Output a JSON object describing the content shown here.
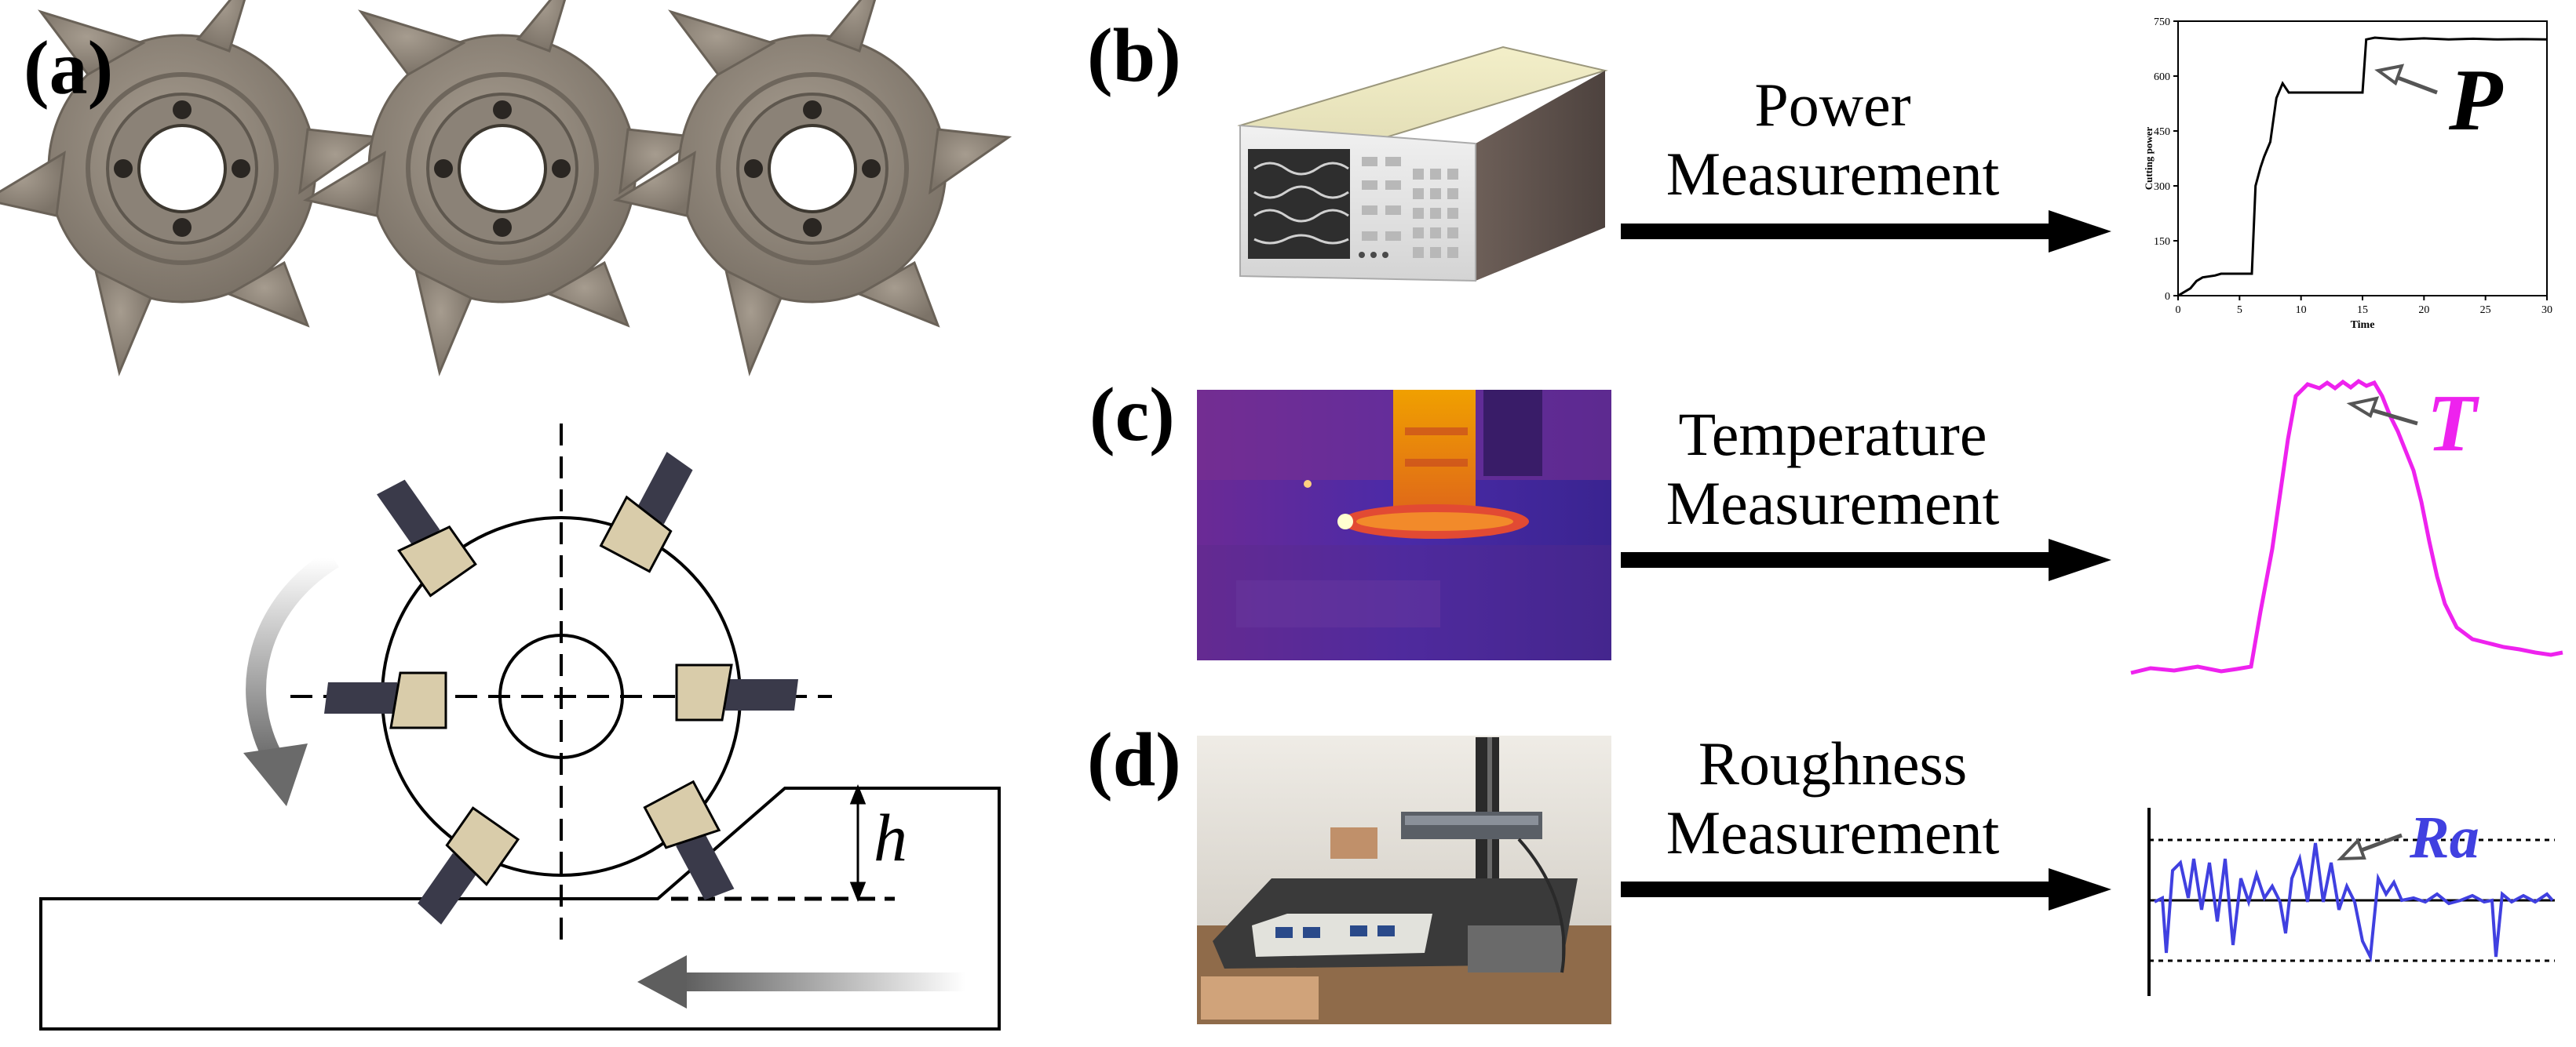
{
  "panels": {
    "a": {
      "label": "(a)",
      "h_label": "h"
    },
    "b": {
      "label": "(b)",
      "caption_line1": "Power",
      "caption_line2": "Measurement",
      "symbol": "P"
    },
    "c": {
      "label": "(c)",
      "caption_line1": "Temperature",
      "caption_line2": "Measurement",
      "symbol": "T"
    },
    "d": {
      "label": "(d)",
      "caption_line1": "Roughness",
      "caption_line2": "Measurement",
      "symbol": "Ra"
    }
  },
  "colors": {
    "temperature_curve": "#ee22ee",
    "roughness_curve": "#4040e0",
    "insert_fill": "#d9ccaa",
    "insert_edge": "#3a3a4a",
    "cutter_disc": "#8f8578"
  },
  "chart_data": {
    "type": "line",
    "title": "",
    "xlabel": "Time",
    "ylabel": "Cutting power",
    "xlim": [
      0,
      30
    ],
    "ylim": [
      0,
      750
    ],
    "x_ticks": [
      "0",
      "5",
      "10",
      "15",
      "20",
      "25",
      "30"
    ],
    "y_ticks": [
      "0",
      "150",
      "300",
      "450",
      "600",
      "750"
    ],
    "series": [
      {
        "x": [
          0,
          1,
          1.5,
          2,
          3,
          3.5,
          5,
          6,
          6.3,
          6.7,
          7,
          7.5,
          8,
          8.5,
          9,
          10,
          12,
          14,
          15,
          15.3,
          16,
          18,
          20,
          22,
          24,
          26,
          28,
          30
        ],
        "values": [
          0,
          20,
          40,
          50,
          55,
          60,
          60,
          60,
          300,
          350,
          380,
          420,
          540,
          580,
          555,
          555,
          555,
          555,
          555,
          700,
          705,
          700,
          703,
          700,
          702,
          700,
          701,
          700
        ]
      }
    ]
  }
}
